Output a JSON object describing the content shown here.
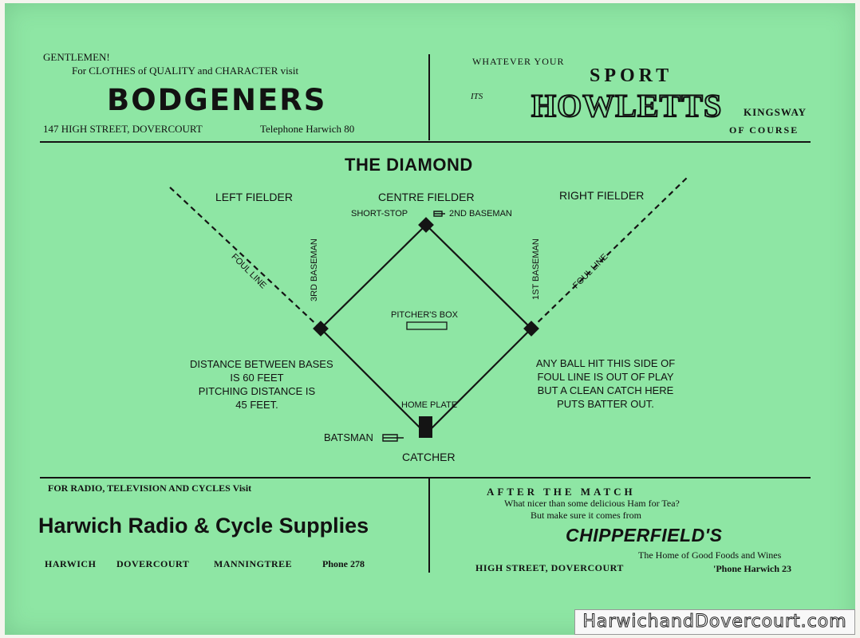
{
  "ad_bodgeners": {
    "line1": "GENTLEMEN!",
    "line2": "For CLOTHES of QUALITY and CHARACTER visit",
    "name": "BODGENERS",
    "address": "147 HIGH STREET, DOVERCOURT",
    "phone": "Telephone Harwich 80"
  },
  "ad_howletts": {
    "line1": "WHATEVER YOUR",
    "its": "ITS",
    "sport": "SPORT",
    "name": "HOWLETTS",
    "kingsway": "KINGSWAY",
    "course": "OF COURSE"
  },
  "diamond": {
    "title": "THE DIAMOND",
    "left_fielder": "LEFT FIELDER",
    "centre_fielder": "CENTRE FIELDER",
    "right_fielder": "RIGHT FIELDER",
    "short_stop": "SHORT-STOP",
    "second_baseman": "2ND BASEMAN",
    "third_baseman": "3RD BASEMAN",
    "first_baseman": "1ST BASEMAN",
    "foul_line_left": "FOUL LINE",
    "foul_line_right": "FOUL LINE",
    "pitchers_box": "PITCHER'S BOX",
    "home_plate": "HOME PLATE",
    "batsman": "BATSMAN",
    "catcher": "CATCHER",
    "note_left": [
      "DISTANCE BETWEEN BASES",
      "IS 60 FEET",
      "PITCHING DISTANCE IS",
      "45 FEET."
    ],
    "note_right": [
      "ANY BALL HIT THIS SIDE OF",
      "FOUL LINE IS OUT OF PLAY",
      "BUT A CLEAN CATCH HERE",
      "PUTS BATTER OUT."
    ]
  },
  "ad_harwich_radio": {
    "line1": "FOR RADIO, TELEVISION AND CYCLES Visit",
    "name": "Harwich Radio & Cycle Supplies",
    "town1": "HARWICH",
    "town2": "DOVERCOURT",
    "town3": "MANNINGTREE",
    "phone": "Phone 278"
  },
  "ad_chipperfields": {
    "line1": "AFTER THE MATCH",
    "line2": "What nicer than some delicious Ham for Tea?",
    "line3": "But make sure it comes from",
    "name": "CHIPPERFIELD'S",
    "tagline": "The Home of Good Foods and Wines",
    "address": "HIGH STREET, DOVERCOURT",
    "phone": "'Phone Harwich 23"
  },
  "watermark": "HarwichandDovercourt.com",
  "colors": {
    "paper": "#8ee6a4",
    "ink": "#121212"
  }
}
